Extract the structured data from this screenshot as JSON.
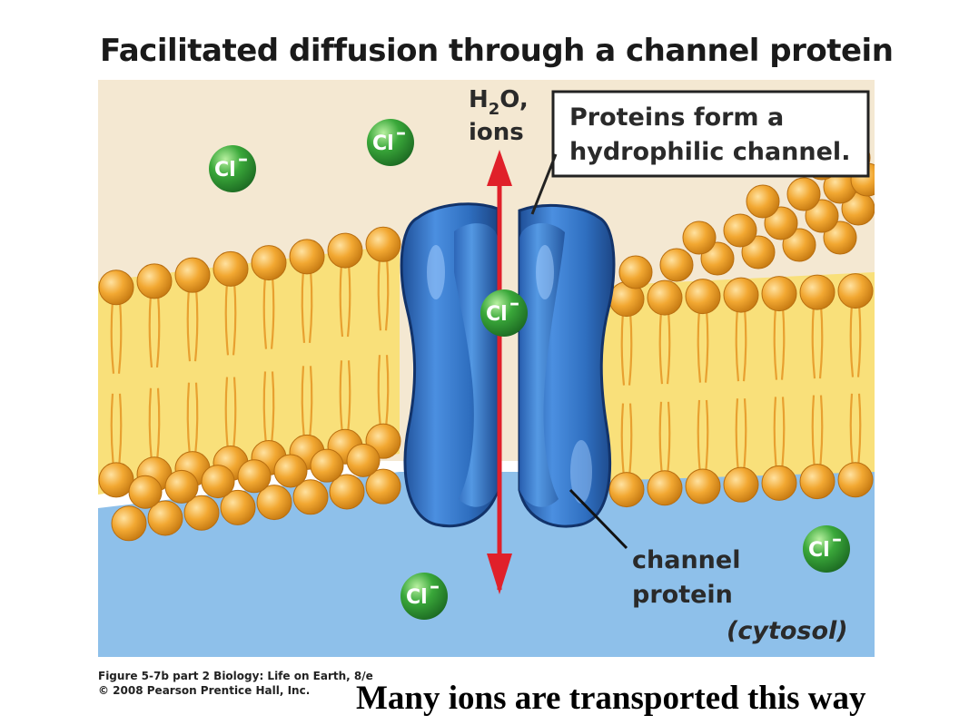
{
  "title": "Facilitated diffusion through a channel protein",
  "labels": {
    "h2o_line1": "H",
    "h2o_sub": "2",
    "h2o_tail": "O,",
    "ions": "ions",
    "callout_line1": "Proteins form a",
    "callout_line2": "hydrophilic channel.",
    "channel_line1": "channel",
    "channel_line2": "protein",
    "cytosol": "(cytosol)"
  },
  "ion_symbol": "Cl",
  "ion_charge": "–",
  "credit": {
    "line1": "Figure 5-7b part 2  Biology: Life on Earth, 8/e",
    "line2": "© 2008 Pearson Prentice Hall, Inc."
  },
  "caption": "Many ions are transported this way",
  "colors": {
    "extracellular": "#f4e8d2",
    "cytosol": "#8ec0ea",
    "lipid_head": "#f0a830",
    "lipid_tail": "#f9e07a",
    "protein": "#2f6fc0",
    "arrow": "#e0202a",
    "ion": "#3aa83a"
  }
}
